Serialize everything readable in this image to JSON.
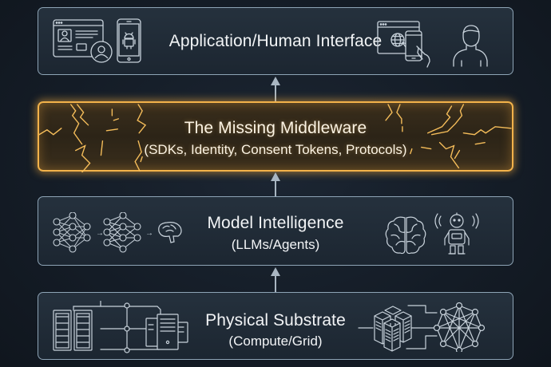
{
  "diagram": {
    "type": "layered-stack",
    "direction": "bottom-to-top",
    "colors": {
      "background": "#141c26",
      "box_border": "#8ea4b6",
      "box_fill": "#222d39",
      "highlight_border": "#f2b24a",
      "highlight_fill": "#33291a",
      "text": "#f2f4f6",
      "arrow": "#a9b6c2",
      "icon_stroke": "#c9d3dc"
    },
    "layers": [
      {
        "id": "application",
        "title": "Application/Human Interface",
        "subtitle": "",
        "icons_left": [
          "browser-profile-window-icon",
          "user-avatar-icon",
          "android-phone-icon"
        ],
        "icons_right": [
          "browser-globe-cursor-icon",
          "touch-phone-icon",
          "person-icon"
        ]
      },
      {
        "id": "middleware",
        "title": "The Missing Middleware",
        "subtitle": "(SDKs, Identity, Consent Tokens, Protocols)",
        "highlighted": true,
        "style": "cracked-glowing"
      },
      {
        "id": "model",
        "title": "Model Intelligence",
        "subtitle": "(LLMs/Agents)",
        "icons_left": [
          "neural-network-icon",
          "neural-network-icon",
          "brain-side-icon"
        ],
        "icons_right": [
          "brain-top-icon",
          "robot-icon"
        ]
      },
      {
        "id": "physical",
        "title": "Physical Substrate",
        "subtitle": "(Compute/Grid)",
        "icons_left": [
          "server-racks-icon",
          "network-bus-icon",
          "server-tower-icon"
        ],
        "icons_right": [
          "server-cluster-icon",
          "mesh-network-icon"
        ]
      }
    ],
    "arrows": [
      {
        "from": "physical",
        "to": "model"
      },
      {
        "from": "model",
        "to": "middleware"
      },
      {
        "from": "middleware",
        "to": "application"
      }
    ]
  }
}
